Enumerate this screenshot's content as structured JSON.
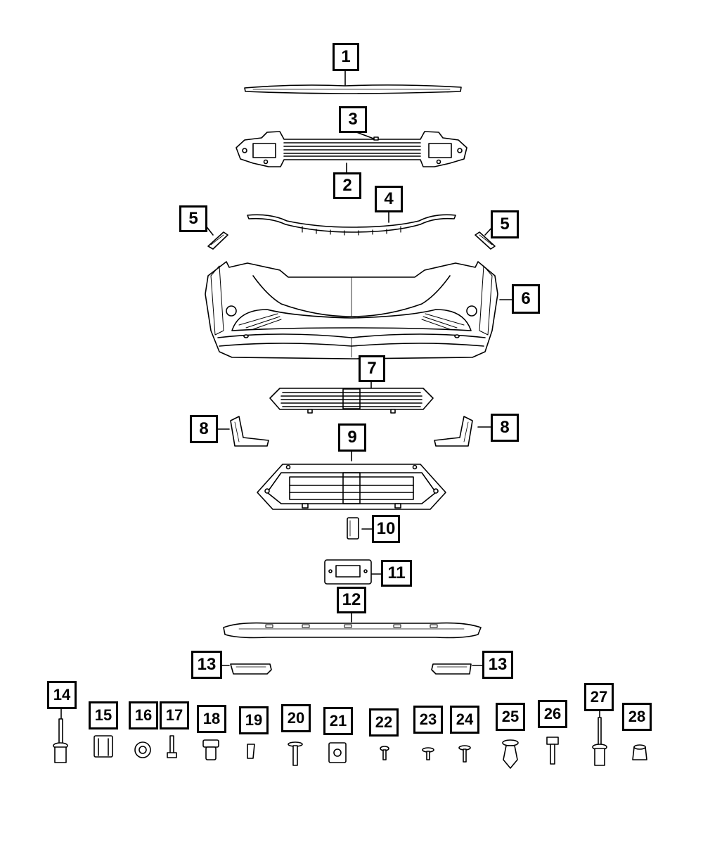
{
  "diagram": {
    "callouts": [
      "1",
      "2",
      "3",
      "4",
      "5",
      "5",
      "6",
      "7",
      "8",
      "8",
      "9",
      "10",
      "11",
      "12",
      "13",
      "13",
      "14",
      "15",
      "16",
      "17",
      "18",
      "19",
      "20",
      "21",
      "22",
      "23",
      "24",
      "25",
      "26",
      "27",
      "28"
    ]
  }
}
